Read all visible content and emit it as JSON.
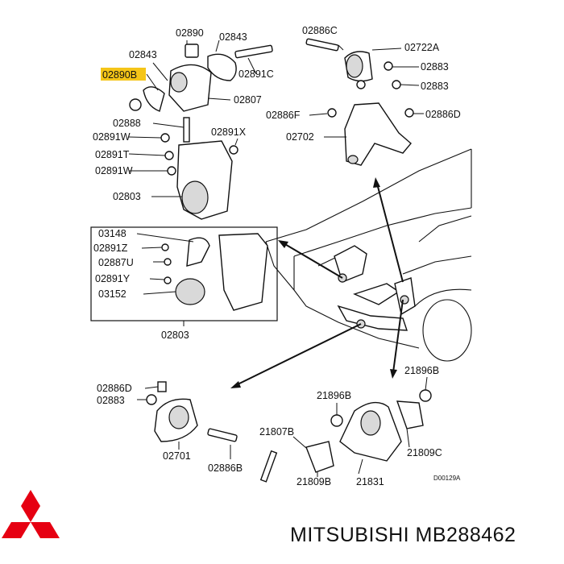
{
  "labels": {
    "l02890": "02890",
    "l02843a": "02843",
    "l02843b": "02843",
    "l02890b": "02890B",
    "l02891c": "02891C",
    "l02807": "02807",
    "l02888": "02888",
    "l02891w1": "02891W",
    "l02891x": "02891X",
    "l02891t": "02891T",
    "l02891w2": "02891W",
    "l02803a": "02803",
    "l02886c": "02886C",
    "l02722a": "02722A",
    "l02883a": "02883",
    "l02883b": "02883",
    "l02886f": "02886F",
    "l02886d": "02886D",
    "l02702": "02702",
    "l03148": "03148",
    "l02891z": "02891Z",
    "l02887u": "02887U",
    "l02891y": "02891Y",
    "l03152": "03152",
    "l02803b": "02803",
    "l02886d2": "02886D",
    "l02883c": "02883",
    "l02701": "02701",
    "l02886b": "02886B",
    "l21896b1": "21896B",
    "l21896b2": "21896B",
    "l21807b": "21807B",
    "l21809b": "21809B",
    "l21831": "21831",
    "l21809c": "21809C",
    "code": "D00129A"
  },
  "brand": {
    "text": "MITSUBISHI MB288462",
    "logo_color": "#e60012"
  },
  "highlight_color": "#f5c518"
}
